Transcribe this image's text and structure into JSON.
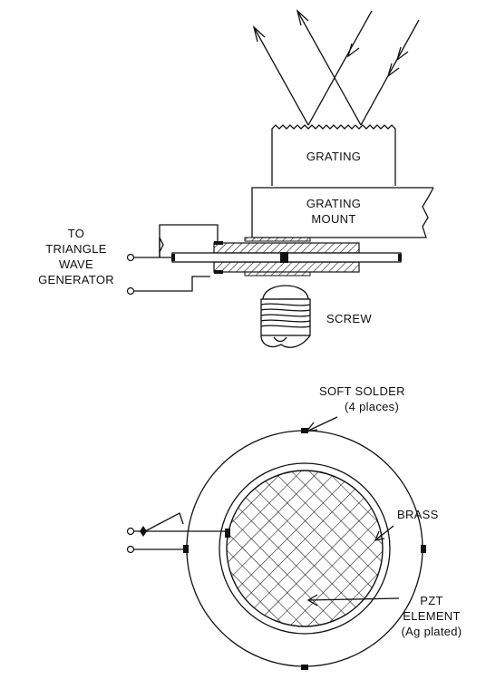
{
  "top_view": {
    "grating_label": "GRATING",
    "mount_label_line1": "GRATING",
    "mount_label_line2": "MOUNT",
    "generator_line1": "TO",
    "generator_line2": "TRIANGLE",
    "generator_line3": "WAVE",
    "generator_line4": "GENERATOR",
    "screw_label": "SCREW"
  },
  "bottom_view": {
    "solder_line1": "SOFT SOLDER",
    "solder_line2": "(4 places)",
    "brass_label": "BRASS",
    "pzt_line1": "PZT",
    "pzt_line2": "ELEMENT",
    "pzt_line3": "(Ag plated)"
  },
  "colors": {
    "ink": "#111111",
    "paper": "#ffffff"
  }
}
